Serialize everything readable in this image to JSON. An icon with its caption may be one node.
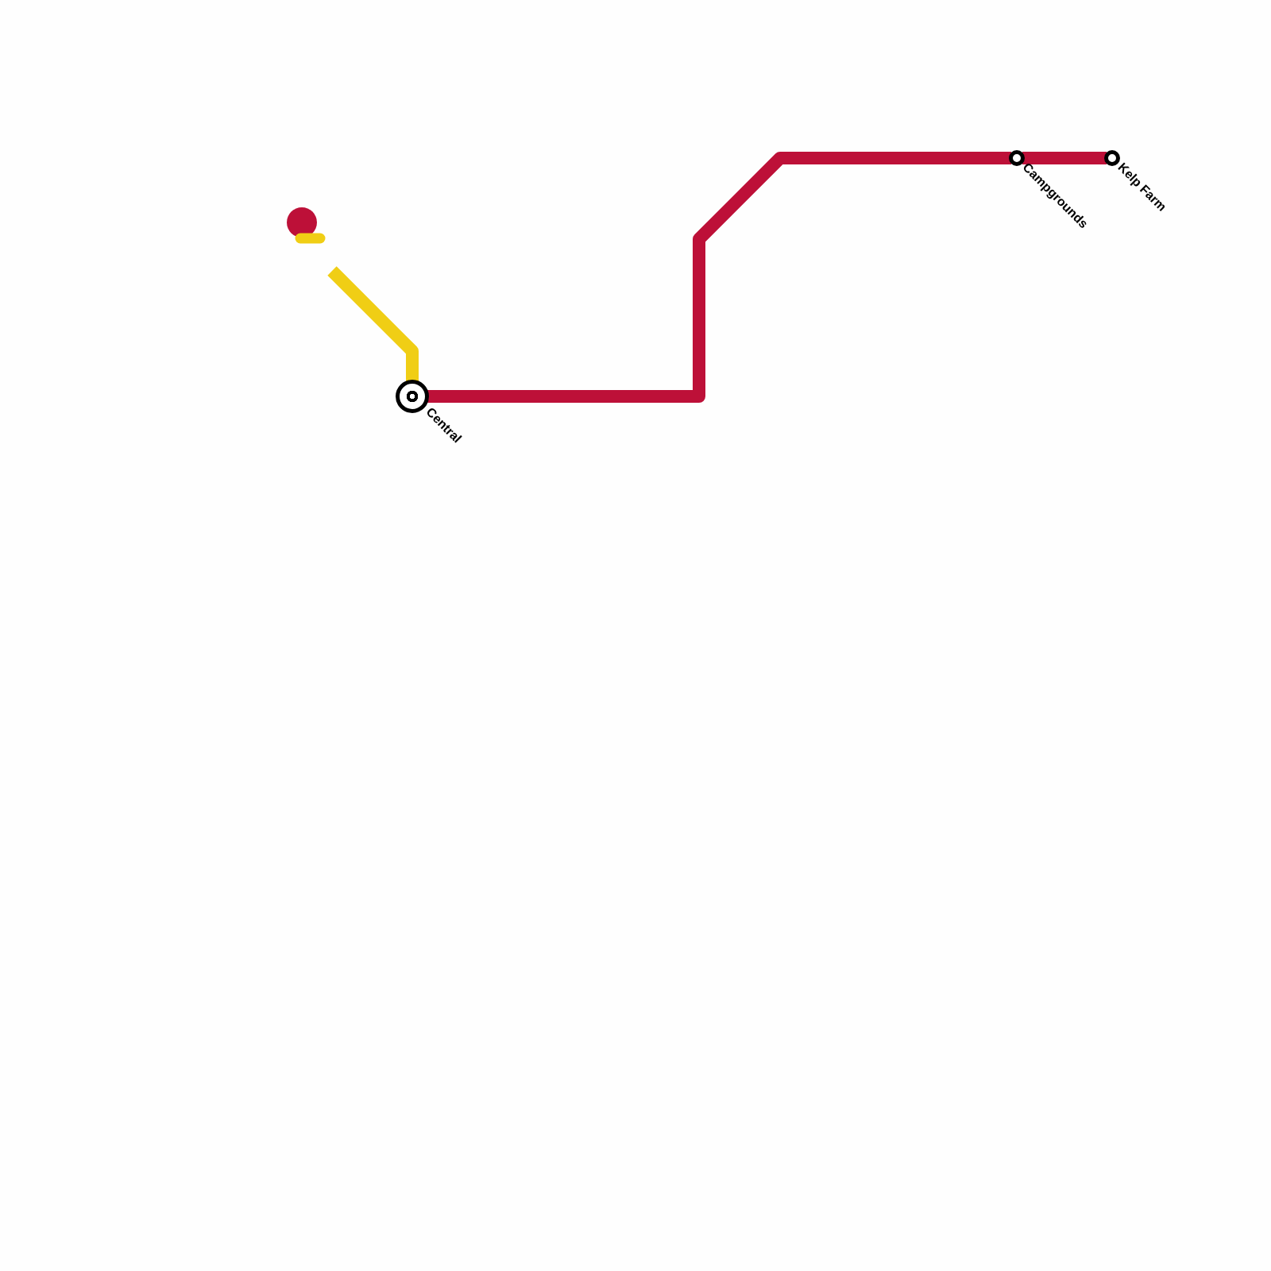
{
  "diagram": {
    "nodes": [
      {
        "text": [
          "Central"
        ]
      },
      {
        "text": [
          "Campgrounds"
        ]
      },
      {
        "text": [
          "Kelp Farm"
        ]
      }
    ],
    "edges": [
      {
        "from": 0,
        "to": 1,
        "arrow": "none",
        "color": "#bd1038"
      },
      {
        "from": 1,
        "to": 2,
        "arrow": "none",
        "color": "#bd1038"
      },
      {
        "from": null,
        "to": 0,
        "arrow": "none",
        "color": "#f0ce15"
      }
    ]
  }
}
